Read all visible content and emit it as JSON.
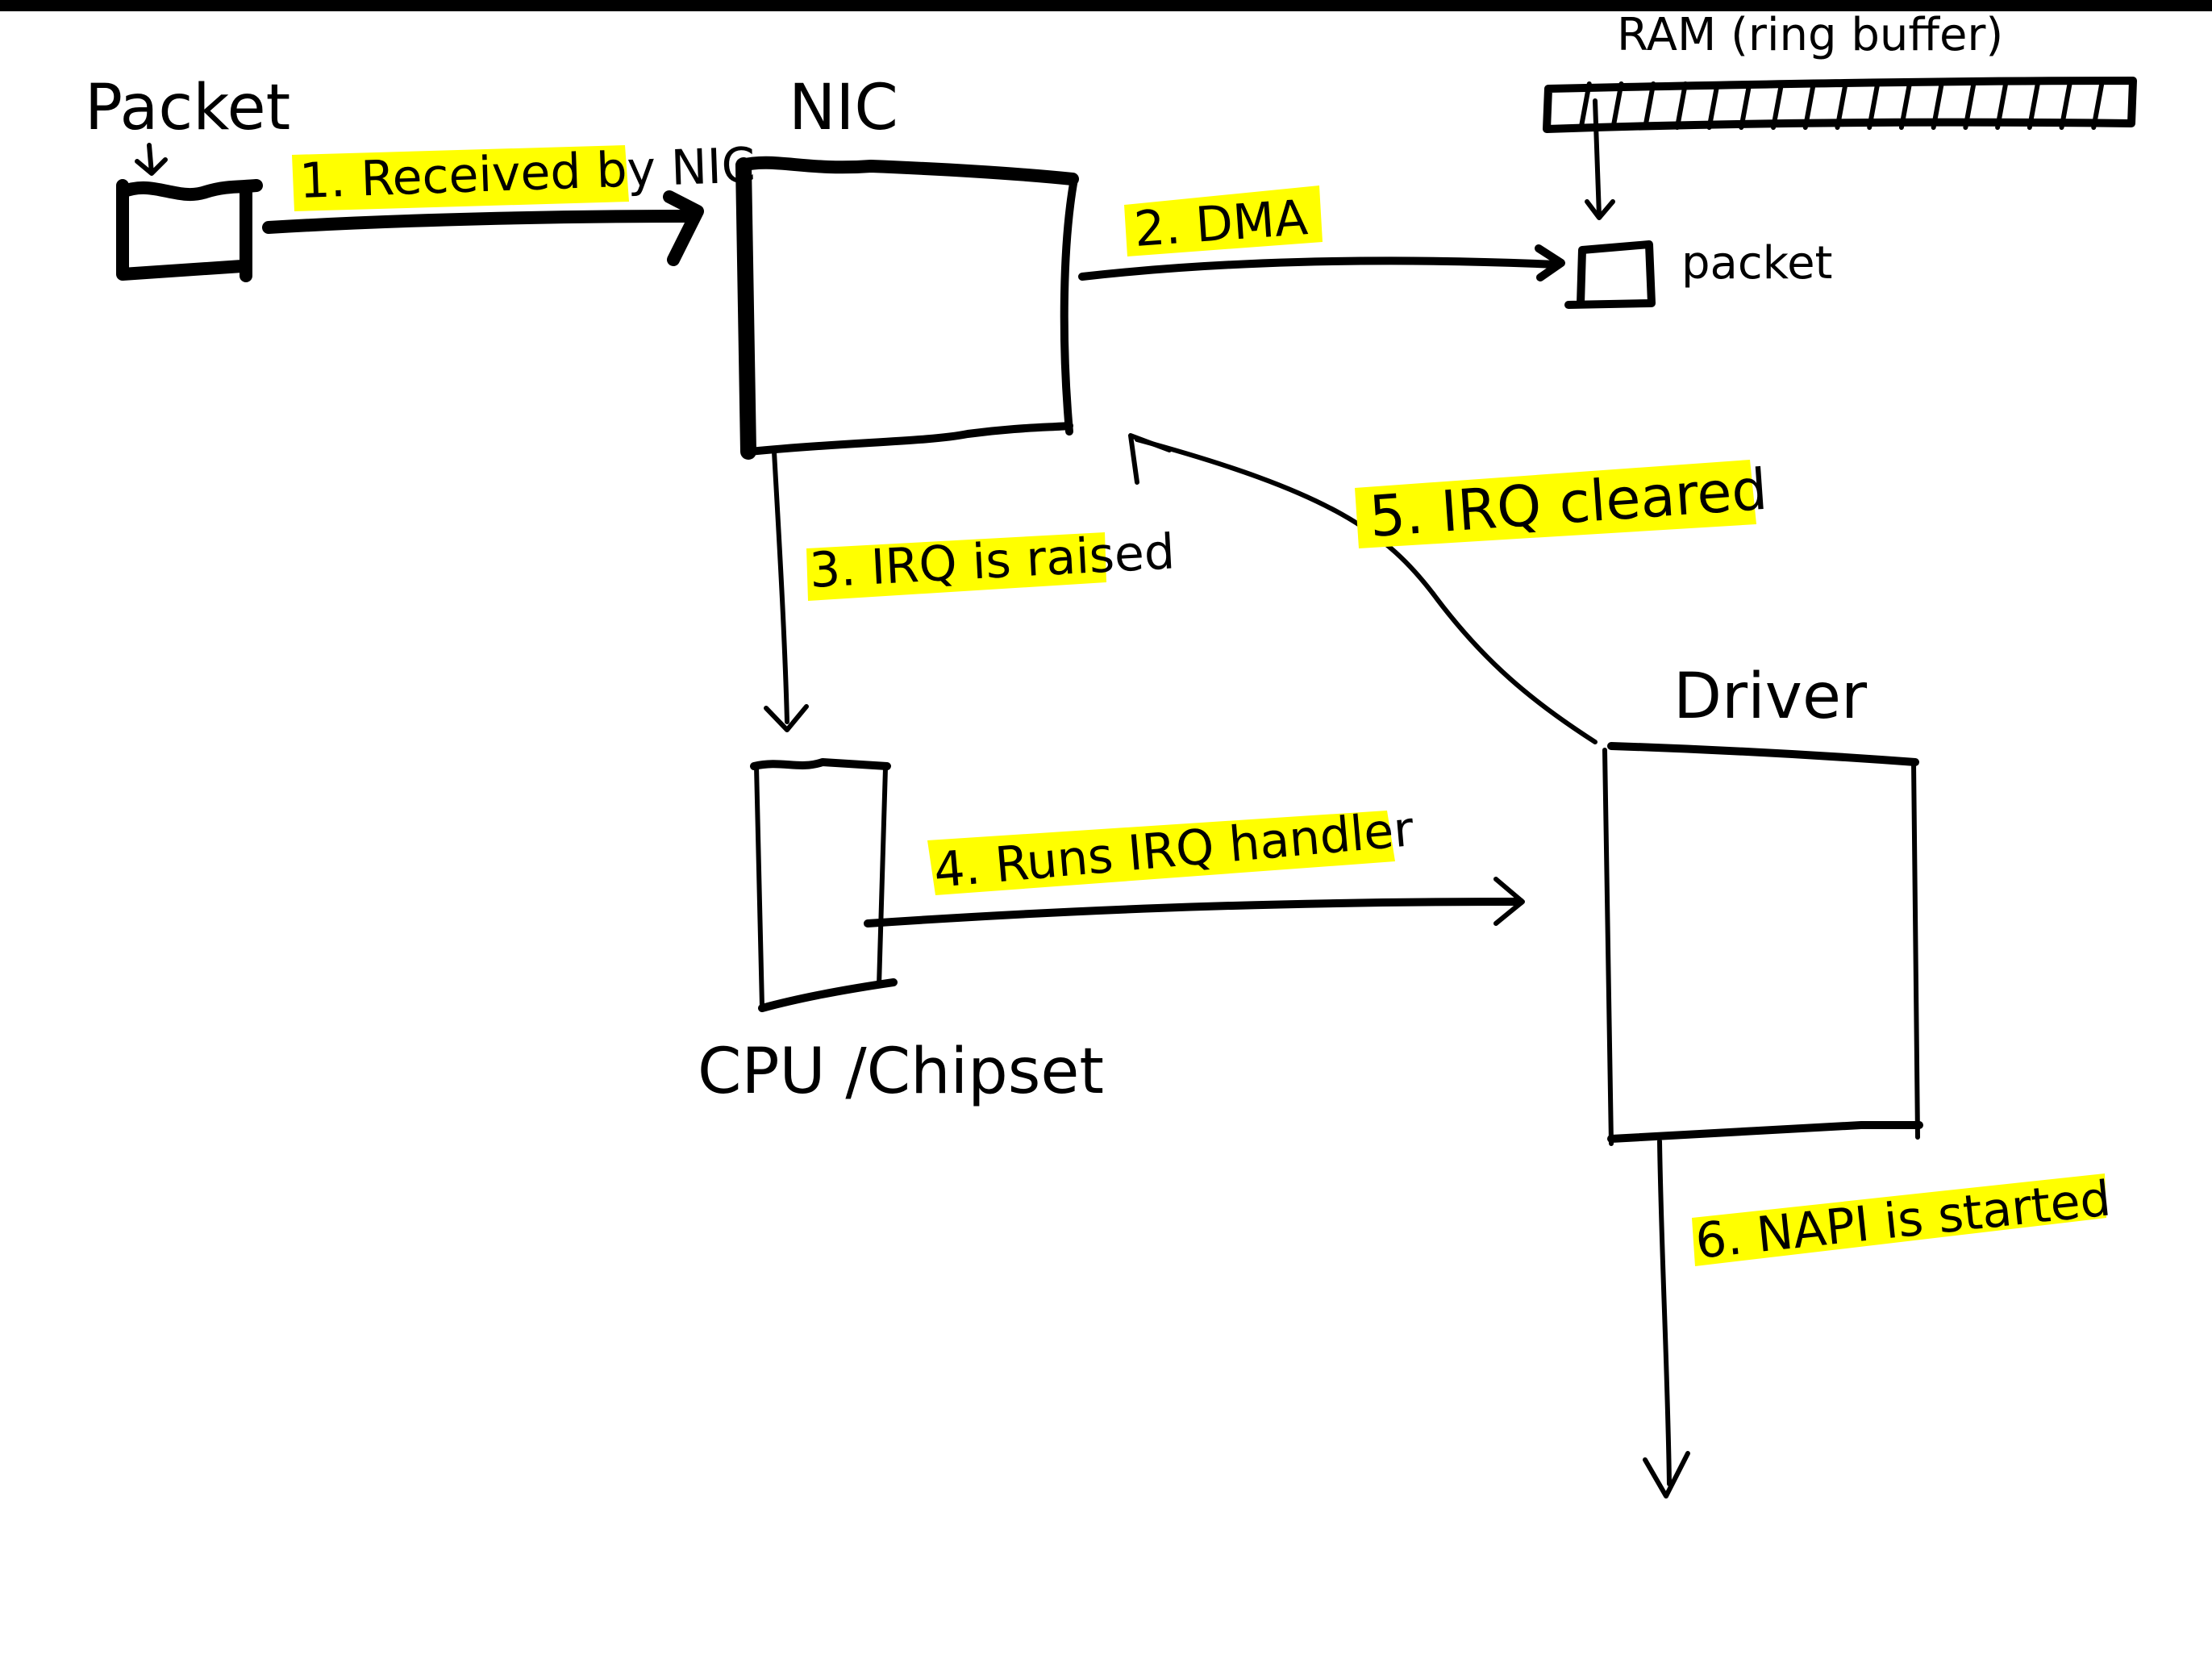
{
  "diagram": {
    "title": "Network packet receive path",
    "colors": {
      "ink": "#000000",
      "highlight": "#ffff00",
      "background": "#ffffff"
    },
    "components": {
      "packet_source": {
        "label": "Packet"
      },
      "nic": {
        "label": "NIC"
      },
      "ram": {
        "label": "RAM (ring buffer)",
        "slots": 18
      },
      "ram_packet": {
        "label": "packet"
      },
      "cpu": {
        "label": "CPU /Chipset"
      },
      "driver": {
        "label": "Driver"
      }
    },
    "steps": [
      {
        "id": 1,
        "label": "1. Received by NIC",
        "from": "Packet",
        "to": "NIC"
      },
      {
        "id": 2,
        "label": "2. DMA",
        "from": "NIC",
        "to": "packet (RAM)"
      },
      {
        "id": 3,
        "label": "3. IRQ is raised",
        "from": "NIC",
        "to": "CPU /Chipset"
      },
      {
        "id": 4,
        "label": "4. Runs IRQ handler",
        "from": "CPU /Chipset",
        "to": "Driver"
      },
      {
        "id": 5,
        "label": "5. IRQ cleared",
        "from": "Driver",
        "to": "NIC"
      },
      {
        "id": 6,
        "label": "6. NAPI is started",
        "from": "Driver",
        "to": ""
      }
    ]
  }
}
